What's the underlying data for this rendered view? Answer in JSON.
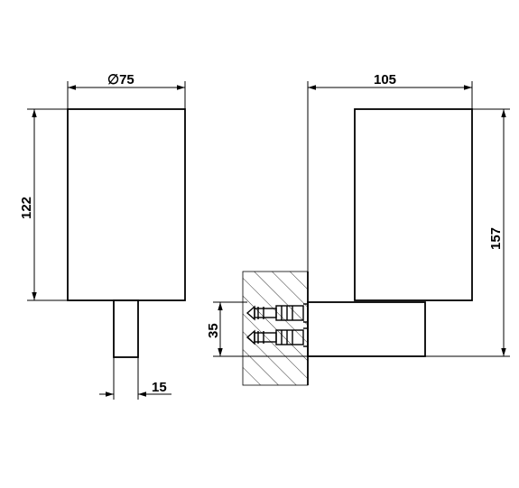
{
  "dimensions": {
    "diameter_symbol": "∅",
    "diameter": "75",
    "height_front": "122",
    "stem_width": "15",
    "depth": "105",
    "height_side": "157",
    "mount_spacing": "35"
  },
  "colors": {
    "line": "#000000",
    "background": "#ffffff"
  }
}
